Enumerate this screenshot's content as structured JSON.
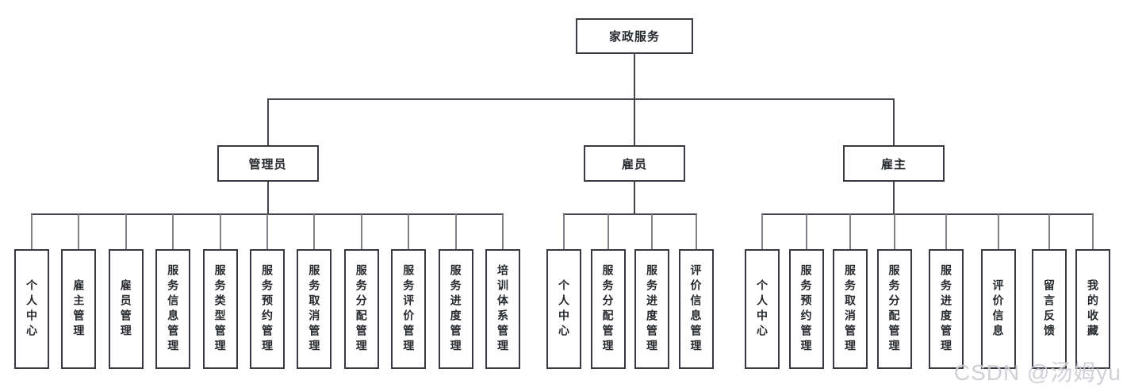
{
  "watermark": "CSDN @汤姆yu",
  "colors": {
    "background": "#ffffff",
    "box_border": "#373b41",
    "box_fill": "#ffffff",
    "text": "#26292e",
    "connector_dark": "#43474d",
    "connector_gray": "#7e8287",
    "watermark": "#cbccd0"
  },
  "tree": {
    "root": {
      "label": "家政服务"
    },
    "branches": [
      {
        "label": "管理员",
        "children": [
          "个人中心",
          "雇主管理",
          "雇员管理",
          "服务信息管理",
          "服务类型管理",
          "服务预约管理",
          "服务取消管理",
          "服务分配管理",
          "服务评价管理",
          "服务进度管理",
          "培训体系管理"
        ]
      },
      {
        "label": "雇员",
        "children": [
          "个人中心",
          "服务分配管理",
          "服务进度管理",
          "评价信息管理"
        ]
      },
      {
        "label": "雇主",
        "children": [
          "个人中心",
          "服务预约管理",
          "服务取消管理",
          "服务分配管理",
          "服务进度管理",
          "评价信息",
          "留言反馈",
          "我的收藏"
        ]
      }
    ]
  }
}
